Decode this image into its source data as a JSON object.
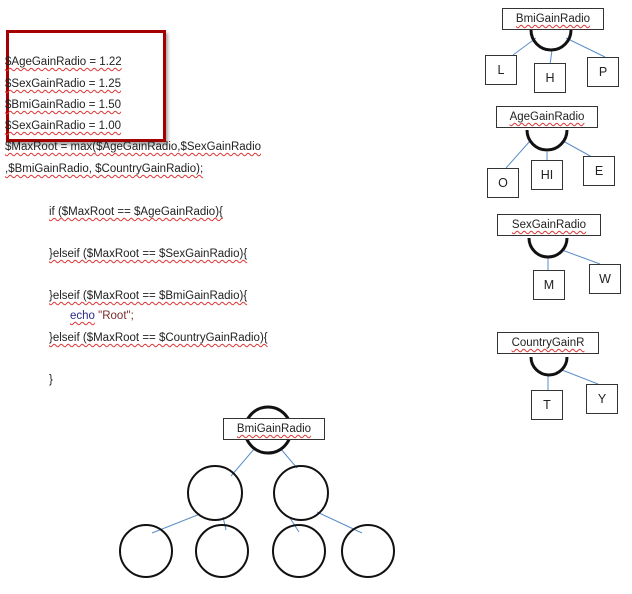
{
  "code": {
    "line1": "$AgeGainRadio = 1.22",
    "line2": "$SexGainRadio = 1.25",
    "line3": "$BmiGainRadio = 1.50",
    "line4": "$SexGainRadio = 1.00",
    "line5": "$MaxRoot = max($AgeGainRadio,$SexGainRadio",
    "line6": ",$BmiGainRadio, $CountryGainRadio);",
    "line7": "if ($MaxRoot == $AgeGainRadio){",
    "line8": "}elseif ($MaxRoot == $SexGainRadio){",
    "line9": "}elseif ($MaxRoot == $BmiGainRadio){",
    "line10_kw": "echo",
    "line10_str": "\"Root\";",
    "line11": "}elseif ($MaxRoot ==  $CountryGainRadio){",
    "line12": "}"
  },
  "trees": {
    "bmi": {
      "label": "BmiGainRadio",
      "leaves": [
        "L",
        "H",
        "P"
      ]
    },
    "age": {
      "label": "AgeGainRadio",
      "leaves": [
        "O",
        "HI",
        "E"
      ]
    },
    "sex": {
      "label": "SexGainRadio",
      "leaves": [
        "M",
        "W"
      ]
    },
    "country": {
      "label": "CountryGainR",
      "leaves": [
        "T",
        "Y"
      ]
    }
  },
  "big_tree": {
    "label": "BmiGainRadio"
  }
}
